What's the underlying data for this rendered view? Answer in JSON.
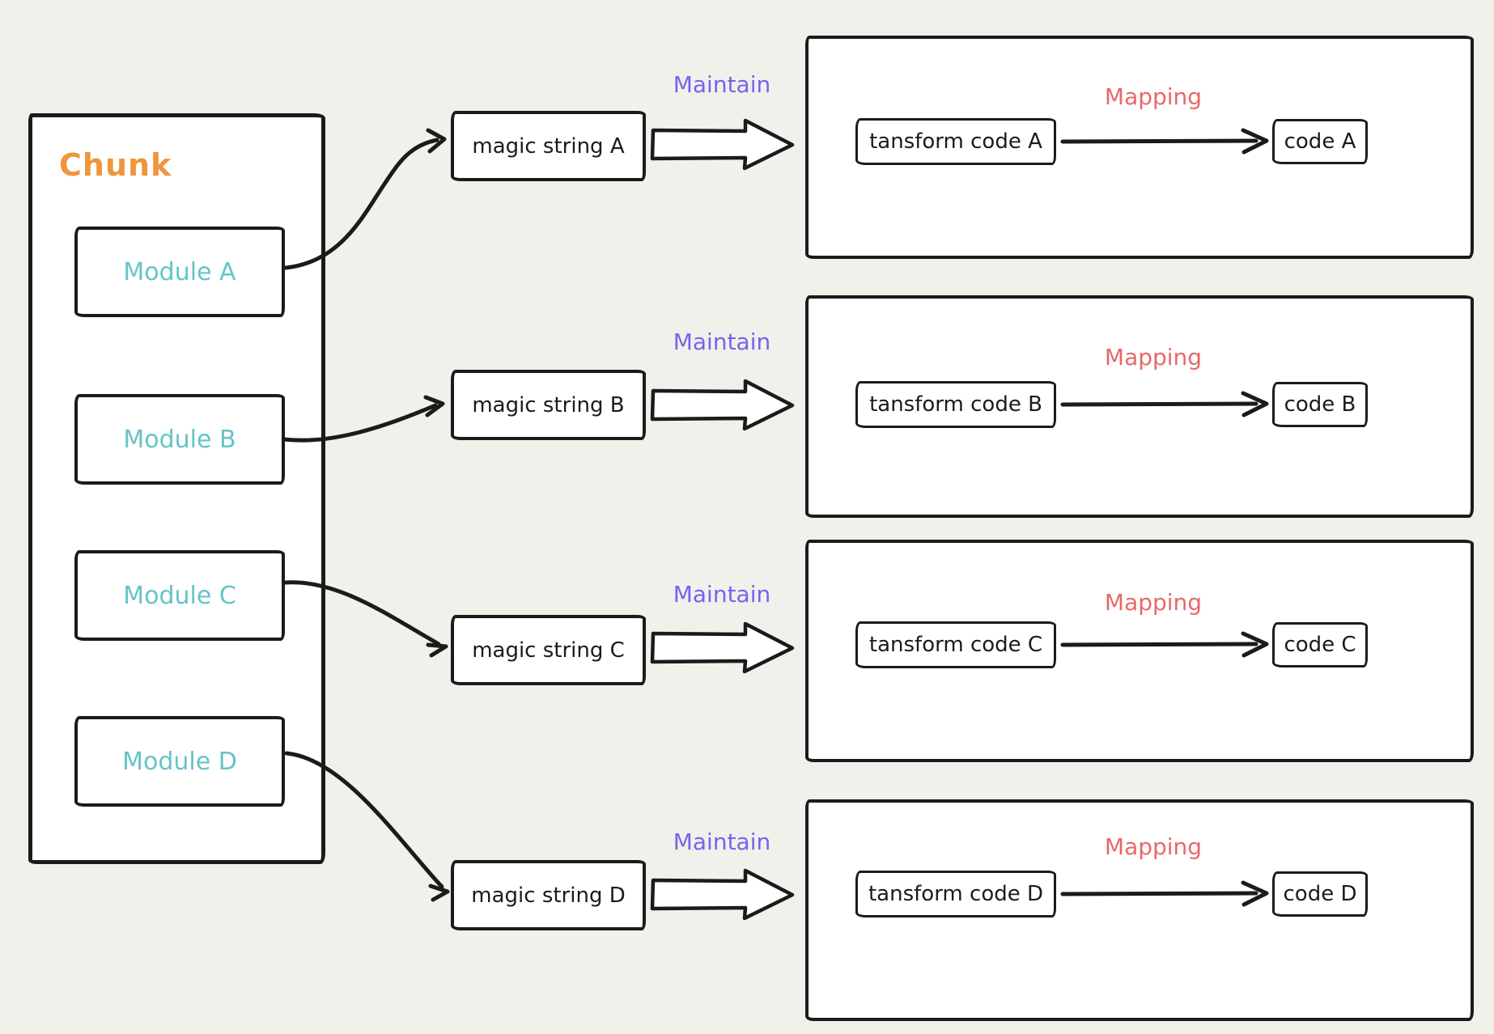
{
  "title": "Chunk magic-string maintain mapping diagram",
  "colors": {
    "background": "#F2F0EA",
    "ink": "#1b1b1b",
    "chunk_label": "#F0953C",
    "module_text": "#66C4C8",
    "maintain_label": "#7165EF",
    "mapping_label": "#E86868"
  },
  "chunk": {
    "label": "Chunk",
    "modules": [
      {
        "label": "Module A"
      },
      {
        "label": "Module B"
      },
      {
        "label": "Module C"
      },
      {
        "label": "Module D"
      }
    ]
  },
  "rows": [
    {
      "magic": "magic string A",
      "maintain": "Maintain",
      "transform": "tansform code A",
      "mapping": "Mapping",
      "code": "code A"
    },
    {
      "magic": "magic string B",
      "maintain": "Maintain",
      "transform": "tansform code B",
      "mapping": "Mapping",
      "code": "code B"
    },
    {
      "magic": "magic string C",
      "maintain": "Maintain",
      "transform": "tansform code C",
      "mapping": "Mapping",
      "code": "code C"
    },
    {
      "magic": "magic string D",
      "maintain": "Maintain",
      "transform": "tansform code D",
      "mapping": "Mapping",
      "code": "code D"
    }
  ]
}
